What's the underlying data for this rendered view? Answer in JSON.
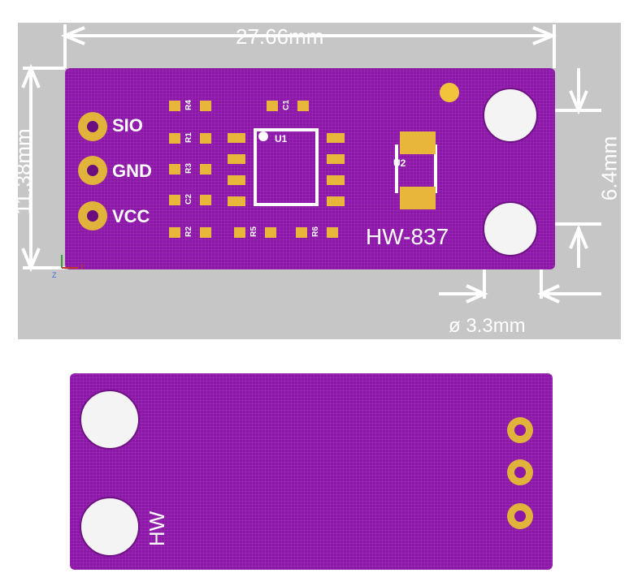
{
  "dimensions": {
    "width": "27.66mm",
    "height": "11.38mm",
    "hole_spacing": "6.4mm",
    "hole_diameter": "ø 3.3mm"
  },
  "pins": [
    {
      "label": "SIO"
    },
    {
      "label": "GND"
    },
    {
      "label": "VCC"
    }
  ],
  "components": {
    "r4": "R4",
    "r1": "R1",
    "r3": "R3",
    "c2": "C2",
    "r2": "R2",
    "c1": "C1",
    "u1": "U1",
    "r5": "R5",
    "r6": "R6",
    "u2": "U2"
  },
  "board_name": "HW-837",
  "back_text": "HW",
  "axes": {
    "z": "Z",
    "x": "X"
  },
  "colors": {
    "board": "#8d17a8",
    "pad": "#e8b63a",
    "background": "#c6c6c6"
  }
}
